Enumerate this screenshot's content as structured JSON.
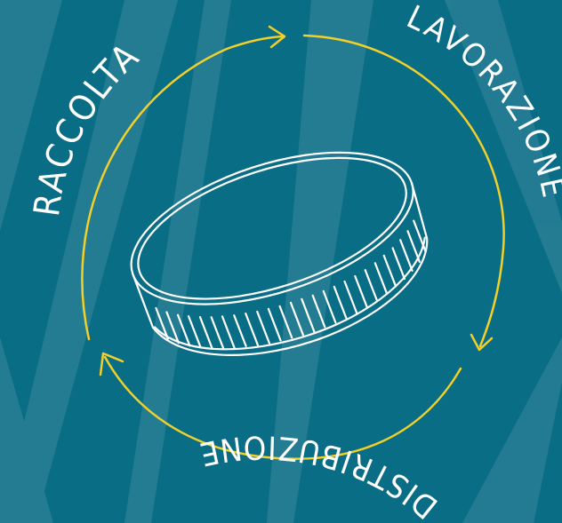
{
  "colors": {
    "background": "#0a6d86",
    "cycle_stroke": "#f2d02a",
    "drawing_stroke": "#ffffff",
    "label_text": "#ffffff"
  },
  "labels": {
    "stage_1": "RACCOLTA",
    "stage_2": "LAVORAZIONE",
    "stage_3": "DISTRIBUZIONE"
  },
  "icons": {
    "center": "bottle-cap-icon",
    "cycle": "cycle-arrows-icon"
  }
}
